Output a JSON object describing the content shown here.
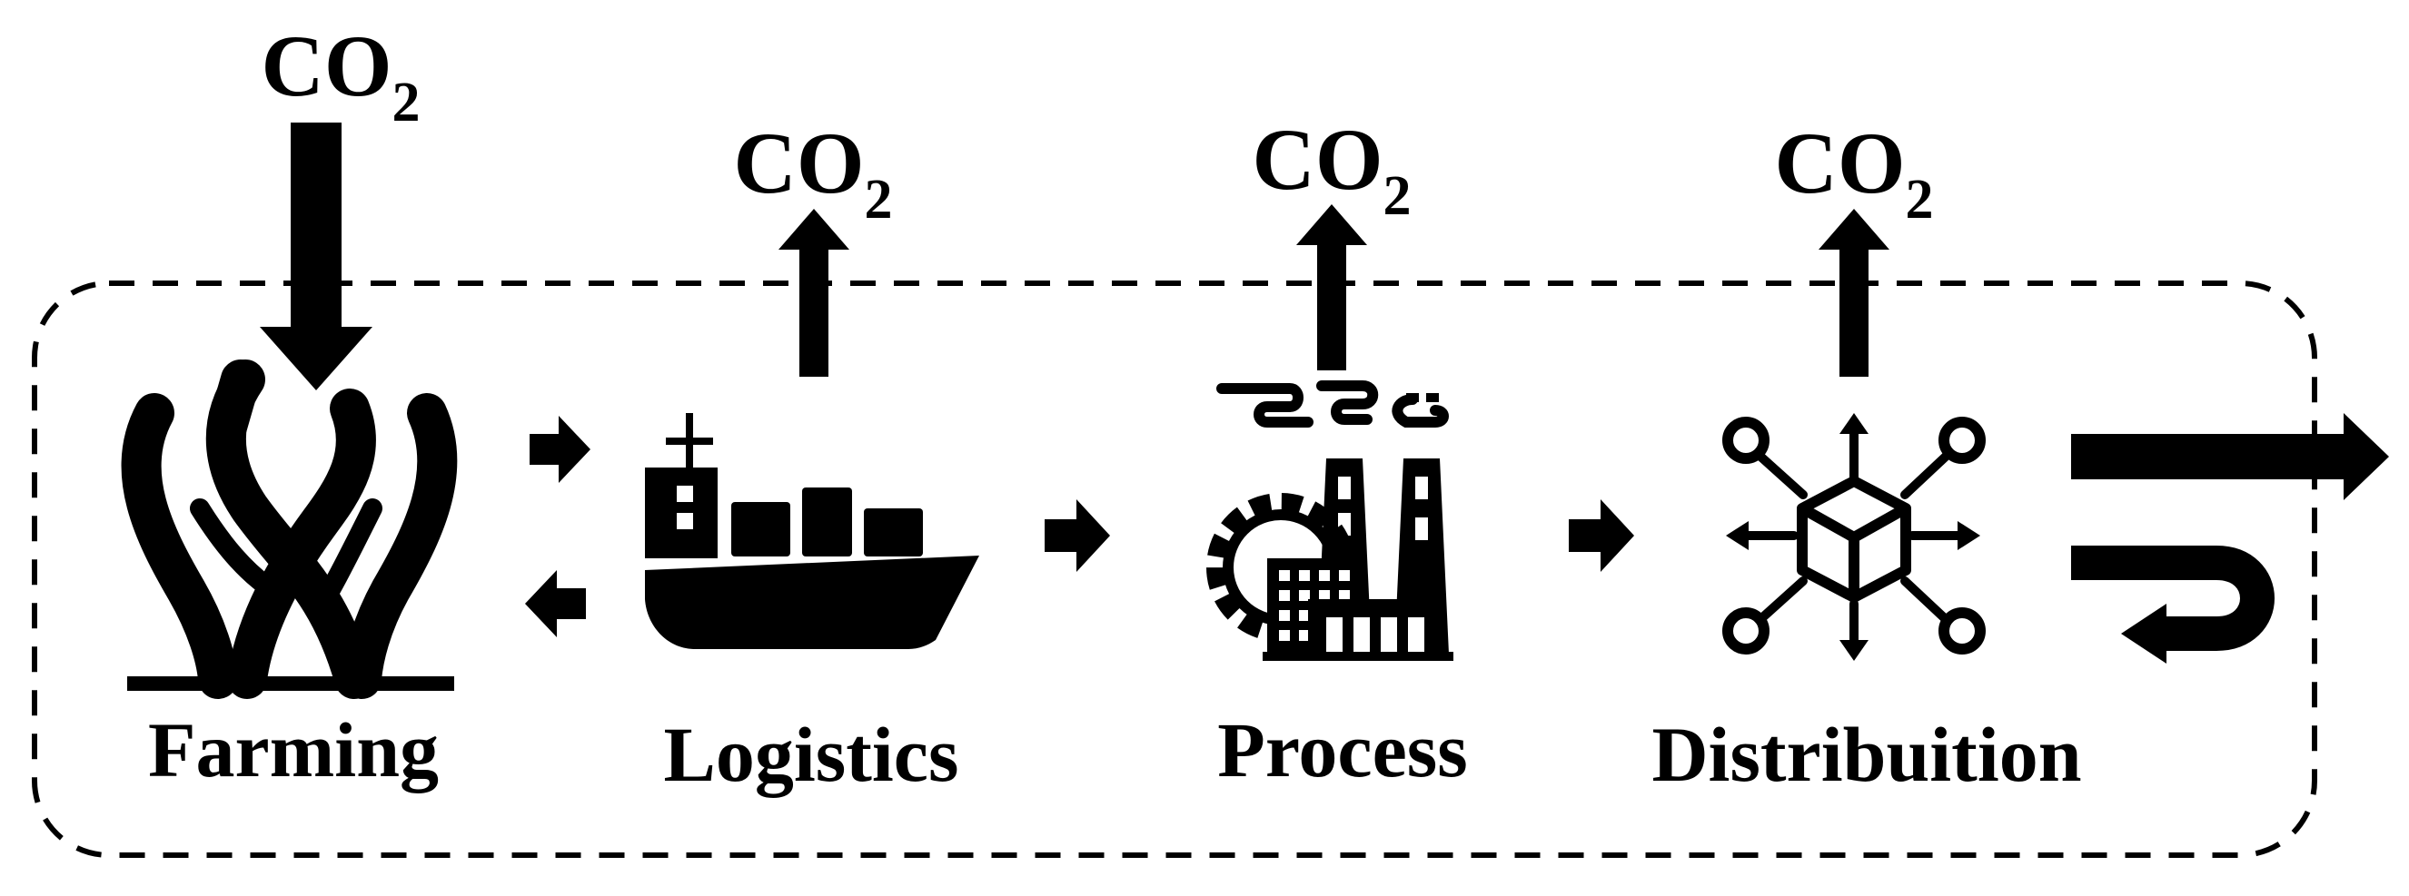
{
  "diagram": {
    "co2": {
      "main": "CO",
      "sub": "2"
    },
    "stages": [
      {
        "id": "farming",
        "label": "Farming",
        "icon": "seaweed-icon",
        "co2_direction": "in"
      },
      {
        "id": "logistics",
        "label": "Logistics",
        "icon": "cargo-ship-icon",
        "co2_direction": "out"
      },
      {
        "id": "process",
        "label": "Process",
        "icon": "factory-icon",
        "co2_direction": "out"
      },
      {
        "id": "distribution",
        "label": "Distribuition",
        "icon": "distribution-network-icon",
        "co2_direction": "out"
      }
    ],
    "flows": [
      {
        "from": "farming",
        "to": "logistics",
        "kind": "forward"
      },
      {
        "from": "logistics",
        "to": "farming",
        "kind": "backward"
      },
      {
        "from": "logistics",
        "to": "process",
        "kind": "forward"
      },
      {
        "from": "process",
        "to": "distribution",
        "kind": "forward"
      },
      {
        "from": "distribution",
        "to": "outside",
        "kind": "exit"
      },
      {
        "from": "distribution",
        "to": "distribution",
        "kind": "return-loop"
      }
    ],
    "boundary": "dashed-rounded-rectangle",
    "colors": {
      "ink": "#000000",
      "background": "#ffffff"
    }
  }
}
